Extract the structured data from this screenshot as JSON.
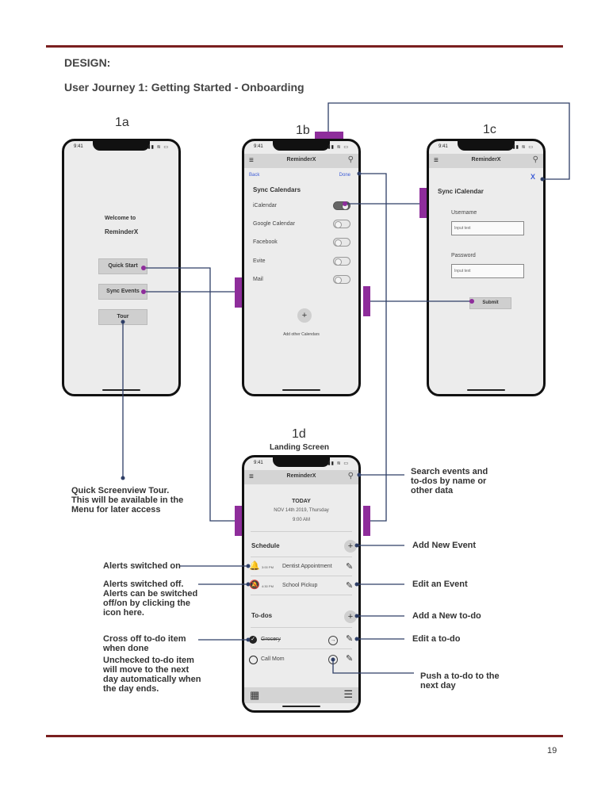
{
  "page": {
    "section_label": "DESIGN:",
    "journey_title": "User Journey 1: Getting Started - Onboarding",
    "page_number": "19"
  },
  "screen_labels": {
    "s1a": "1a",
    "s1b": "1b",
    "s1c": "1c",
    "s1d": "1d",
    "s1d_subtitle": "Landing Screen"
  },
  "status": {
    "time": "9:41",
    "signal": "▮▮ ≋ ▭"
  },
  "app_name": "ReminderX",
  "screen_1a": {
    "welcome_to": "Welcome to",
    "app_name": "ReminderX",
    "quick_start": "Quick Start",
    "sync_events": "Sync Events",
    "tour": "Tour"
  },
  "screen_1b": {
    "back": "Back",
    "done": "Done",
    "heading": "Sync Calendars",
    "calendars": [
      {
        "label": "iCalendar",
        "on": true
      },
      {
        "label": "Google Calendar",
        "on": false
      },
      {
        "label": "Facebook",
        "on": false
      },
      {
        "label": "Evite",
        "on": false
      },
      {
        "label": "Mail",
        "on": false
      }
    ],
    "add_other": "Add other Calendars",
    "plus": "+"
  },
  "screen_1c": {
    "close": "X",
    "heading": "Sync iCalendar",
    "username_label": "Username",
    "username_placeholder": "Input text",
    "password_label": "Password",
    "password_placeholder": "Input text",
    "submit": "Submit"
  },
  "screen_1d": {
    "today": "TODAY",
    "date": "NOV 14th 2019, Thursday",
    "time": "9:00 AM",
    "schedule": "Schedule",
    "events": [
      {
        "time": "3:00 PM",
        "title": "Dentist Appointment",
        "alert": "on"
      },
      {
        "time": "4:30 PM",
        "title": "School Pickup",
        "alert": "off"
      }
    ],
    "todos_heading": "To-dos",
    "todos": [
      {
        "title": "Grocery",
        "done": true
      },
      {
        "title": "Call Mom",
        "done": false
      }
    ]
  },
  "annotations": {
    "tour": "Quick Screenview Tour.\nThis will be available in the\nMenu for later access",
    "search": "Search events and\nto-dos by name or\nother data",
    "add_event": "Add New Event",
    "edit_event": "Edit an Event",
    "add_todo": "Add a New to-do",
    "edit_todo": "Edit a to-do",
    "push_todo": "Push a to-do to the\nnext day",
    "alerts_on": "Alerts switched on",
    "alerts_off": "Alerts switched off.\nAlerts can be switched\noff/on by clicking the\nicon here.",
    "cross_off": "Cross off to-do item\nwhen done",
    "unchecked": "Unchecked to-do item\nwill move to the next\nday automatically when\nthe day ends."
  },
  "colors": {
    "accent": "#8e2d9b",
    "rule": "#7a1f1f",
    "connector": "#2e3e66",
    "link": "#3d5cd6"
  },
  "icons": [
    "hamburger-menu-icon",
    "search-icon",
    "plus-icon",
    "bell-icon",
    "bell-outline-icon",
    "pencil-icon",
    "check-circle-icon",
    "empty-circle-icon",
    "arrow-right-circle-icon",
    "calendar-grid-icon",
    "list-icon",
    "close-icon"
  ]
}
